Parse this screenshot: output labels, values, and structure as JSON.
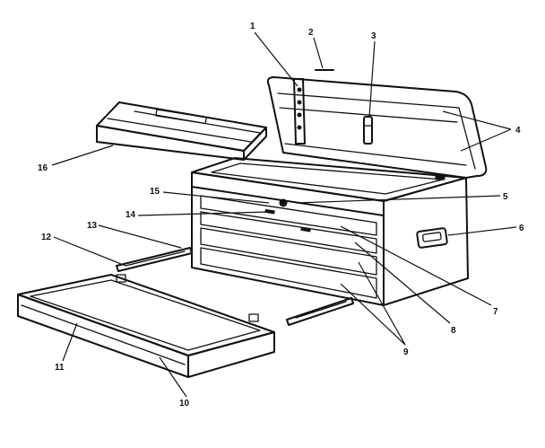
{
  "callouts": {
    "c1": "1",
    "c2": "2",
    "c3": "3",
    "c4": "4",
    "c5": "5",
    "c6": "6",
    "c7": "7",
    "c8": "8",
    "c9": "9",
    "c10": "10",
    "c11": "11",
    "c12": "12",
    "c13": "13",
    "c14": "14",
    "c15": "15",
    "c16": "16"
  },
  "colors": {
    "ink": "#111111",
    "paper": "#ffffff"
  }
}
